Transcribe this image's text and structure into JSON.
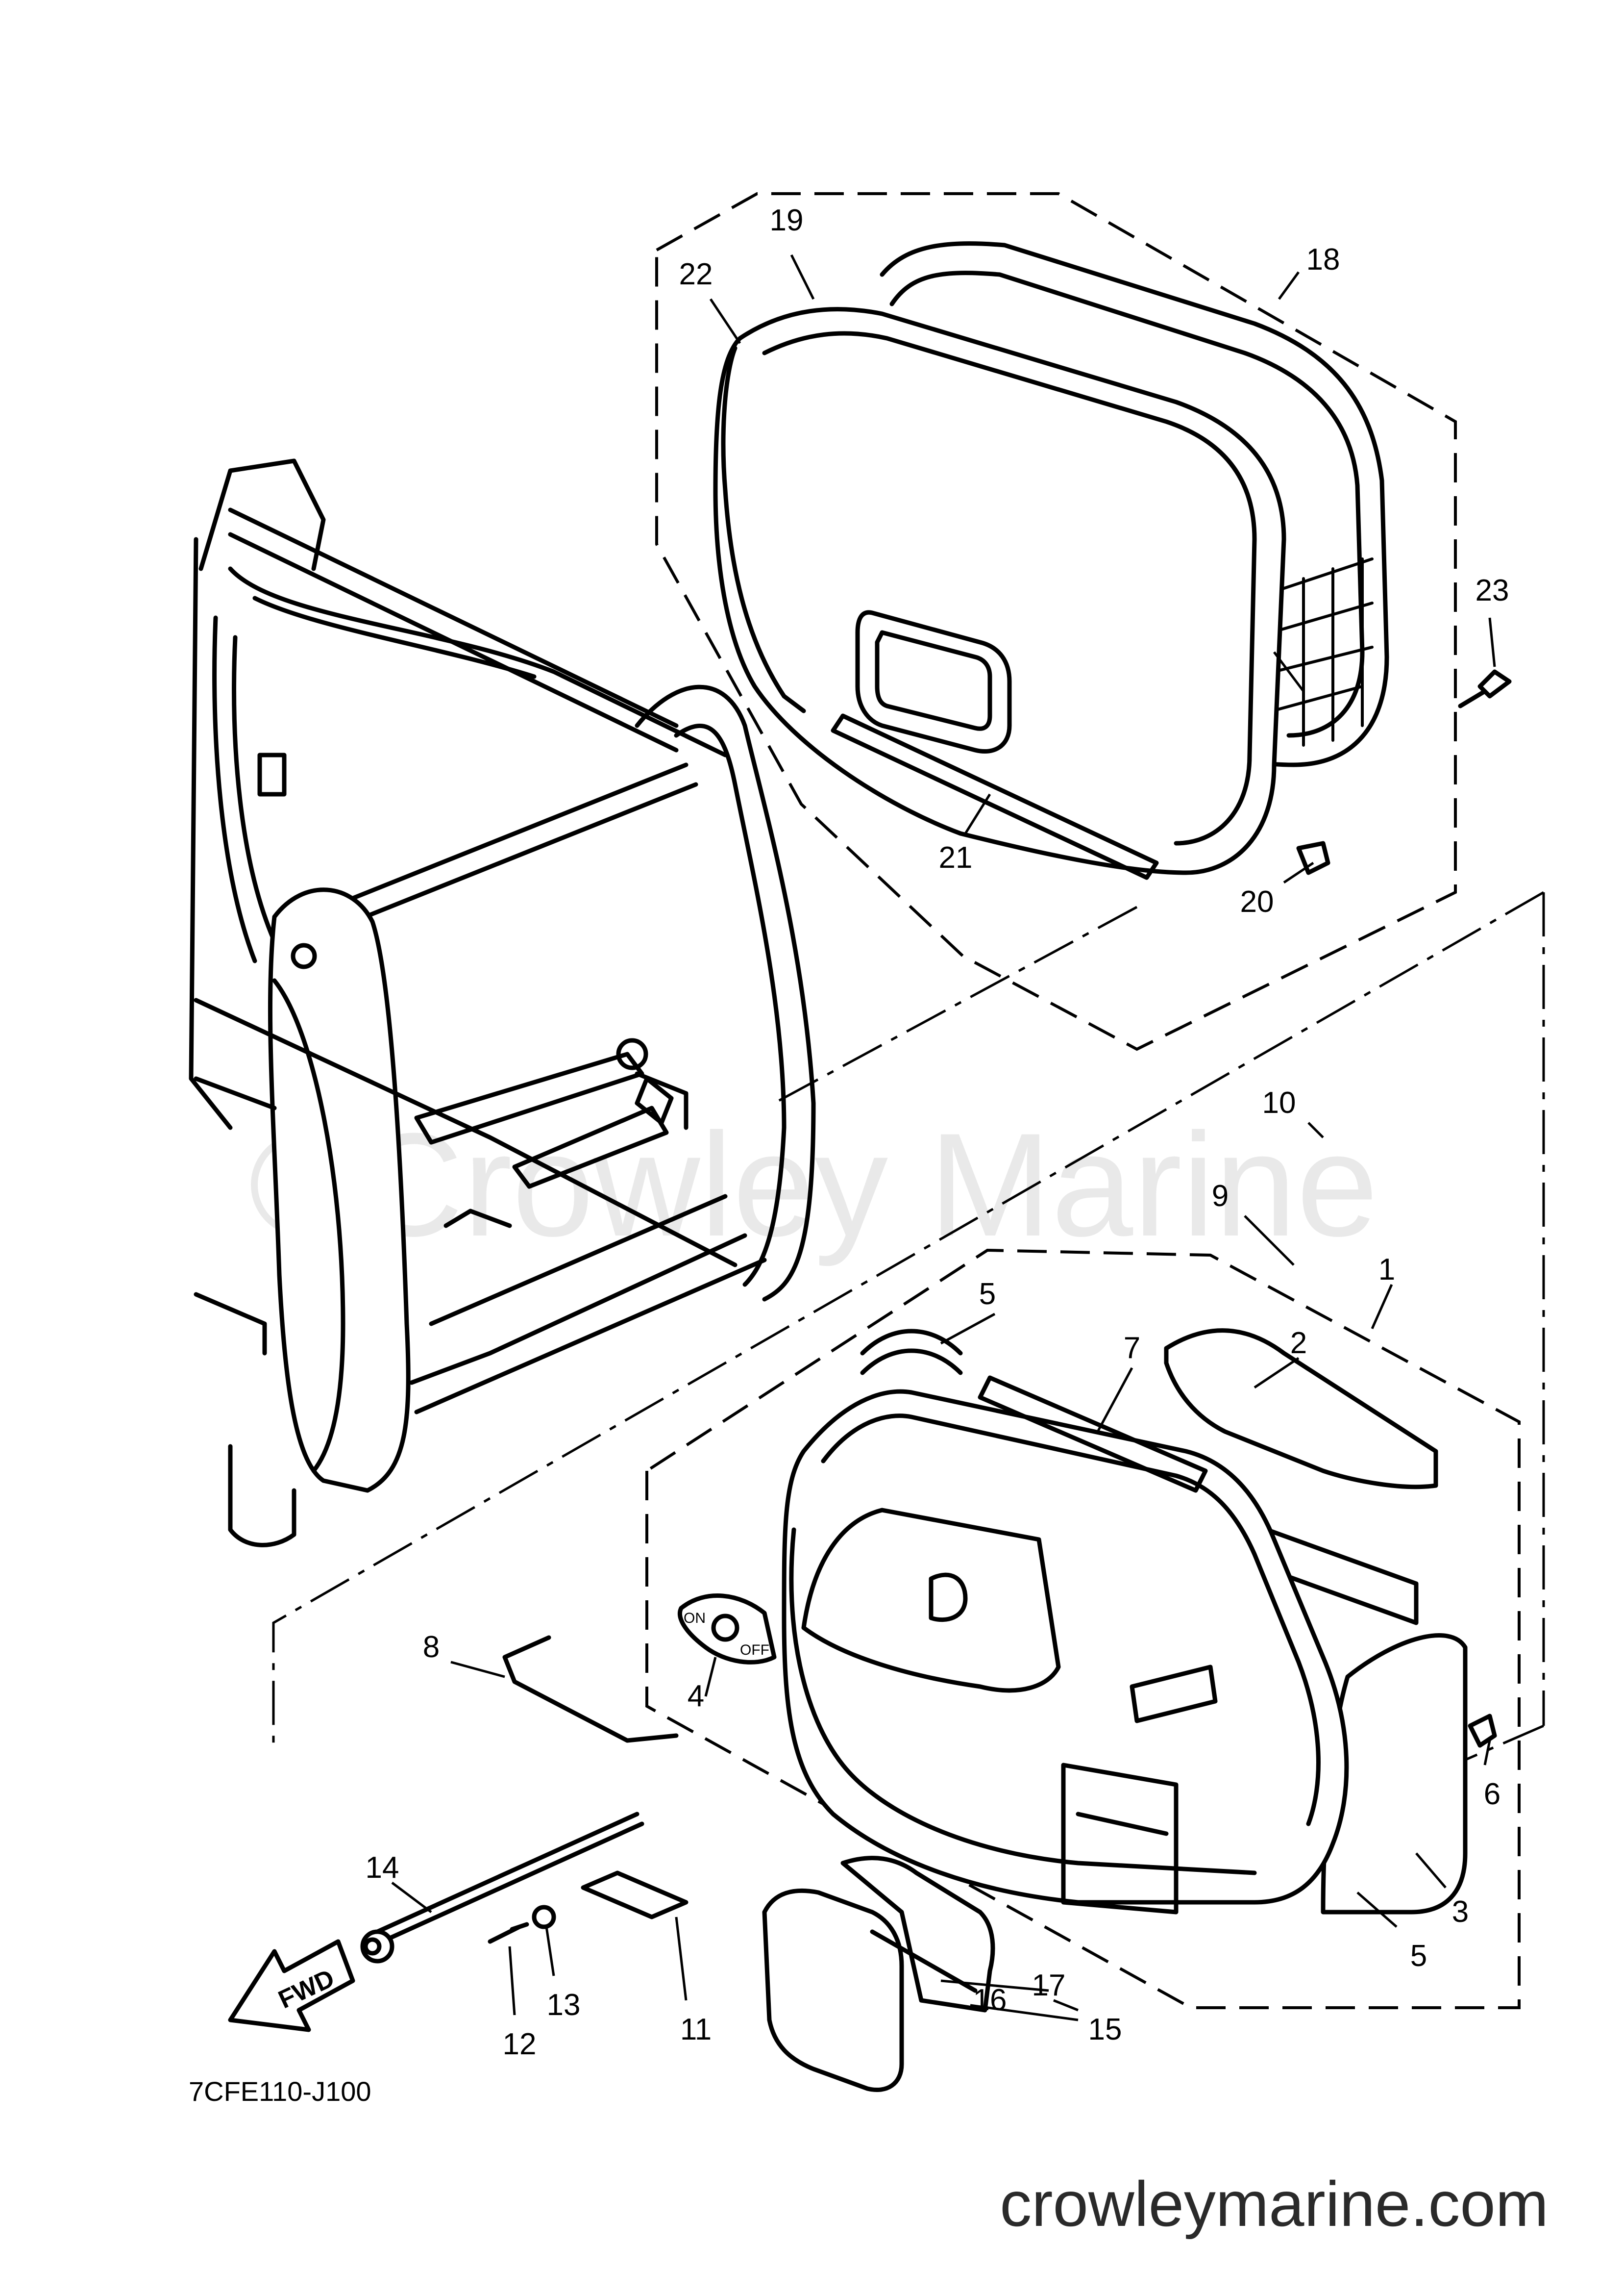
{
  "diagram": {
    "watermark": "©Crowley Marine",
    "drawing_code": "7CFE110-J100",
    "website": "crowleymarine.com",
    "direction_label": "FWD",
    "switch_on_label": "ON",
    "switch_off_label": "OFF",
    "callouts": [
      "1",
      "2",
      "3",
      "4",
      "5",
      "5",
      "6",
      "7",
      "8",
      "9",
      "10",
      "11",
      "12",
      "13",
      "14",
      "15",
      "16",
      "17",
      "18",
      "19",
      "20",
      "21",
      "22",
      "23"
    ]
  }
}
